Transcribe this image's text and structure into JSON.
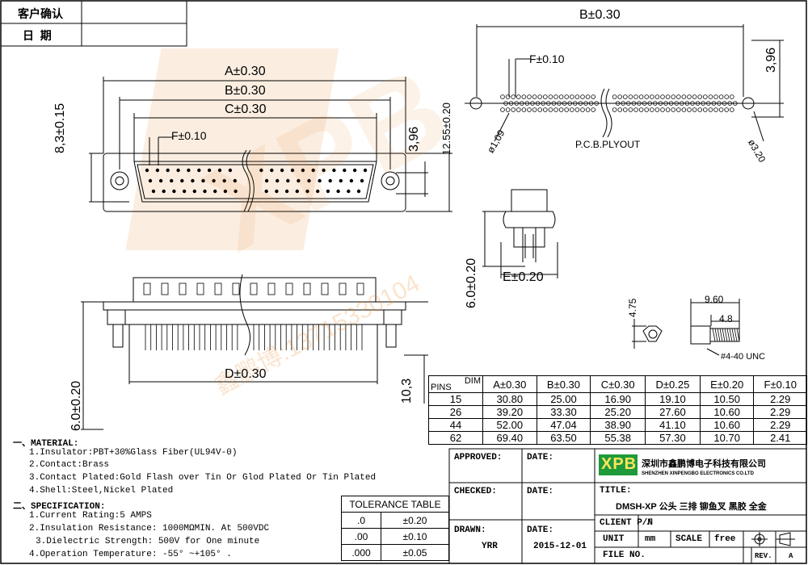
{
  "header": {
    "customer_confirm": "客户确认",
    "date": "日  期"
  },
  "watermark": {
    "logo": "XPB",
    "text": "鑫鹏博:13715330104"
  },
  "top_view_labels": {
    "a": "A±0.30",
    "b": "B±0.30",
    "c": "C±0.30",
    "f": "F±0.10",
    "h1": "8,3±0.15",
    "h2": "3,96",
    "h3": "12.55±0.20"
  },
  "pcb_labels": {
    "b": "B±0.30",
    "f": "F±0.10",
    "h": "3,96",
    "hole1": "ø1,09",
    "hole2": "ø3.20",
    "title": "P.C.B.PLYOUT"
  },
  "side_labels": {
    "h": "6.0±0.20",
    "e": "E±0.20"
  },
  "front_labels": {
    "d": "D±0.30",
    "h1": "6.0±0.20",
    "h2": "10,3"
  },
  "screw_labels": {
    "h": "4.75",
    "w1": "9.60",
    "w2": "4.8",
    "thread": "#4-40 UNC"
  },
  "dim_table": {
    "corner_top": "DIM",
    "corner_bottom": "PINS",
    "headers": [
      "A±0.30",
      "B±0.30",
      "C±0.30",
      "D±0.25",
      "E±0.20",
      "F±0.10"
    ],
    "rows": [
      [
        "15",
        "30.80",
        "25.00",
        "16.90",
        "19.10",
        "10.50",
        "2.29"
      ],
      [
        "26",
        "39.20",
        "33.30",
        "25.20",
        "27.60",
        "10.60",
        "2.29"
      ],
      [
        "44",
        "52.00",
        "47.04",
        "38.90",
        "41.10",
        "10.60",
        "2.29"
      ],
      [
        "62",
        "69.40",
        "63.50",
        "55.38",
        "57.30",
        "10.70",
        "2.41"
      ]
    ]
  },
  "tolerance": {
    "title": "TOLERANCE TABLE",
    "rows": [
      [
        ".0",
        "±0.20"
      ],
      [
        ".00",
        "±0.10"
      ],
      [
        ".000",
        "±0.05"
      ]
    ]
  },
  "specs": {
    "material_title": "一、MATERIAL:",
    "m1": "1.Insulator:PBT+30%Glass Fiber(UL94V-0)",
    "m2": "2.Contact:Brass",
    "m3": "3.Contact Plated:Gold Flash over Tin Or Glod Plated Or Tin Plated",
    "m4": "4.Shell:Steel,Nickel Plated",
    "spec_title": "二、SPECIFICATION:",
    "s1": "1.Current Rating:5 AMPS",
    "s2": "2.Insulation Resistance: 1000MΩMIN. At 500VDC",
    "s3": "3.Dielectric Strength: 500V for One minute",
    "s4": "4.Operation Temperature: -55° ~+105° ."
  },
  "title_block": {
    "approved": "APPROVED:",
    "date_label": "DATE:",
    "checked": "CHECKED:",
    "drawn": "DRAWN:",
    "drawn_by": "YRR",
    "drawn_date": "2015-12-01",
    "company_logo": "XPB",
    "company_cn": "深圳市鑫鹏博电子科技有限公司",
    "company_en": "SHENZHEN XINPENGBO ELECTRONICS CO.LTD",
    "title_label": "TITLE:",
    "title_value": "DMSH-XP 公头 三排 铆鱼叉 黑胶 全金",
    "client_label": "CLIENT P/N",
    "client_value": "/",
    "unit_label": "UNIT",
    "unit_value": "mm",
    "scale_label": "SCALE",
    "scale_value": "free",
    "file_label": "FILE NO.",
    "rev_label": "REV.",
    "rev_value": "A"
  }
}
